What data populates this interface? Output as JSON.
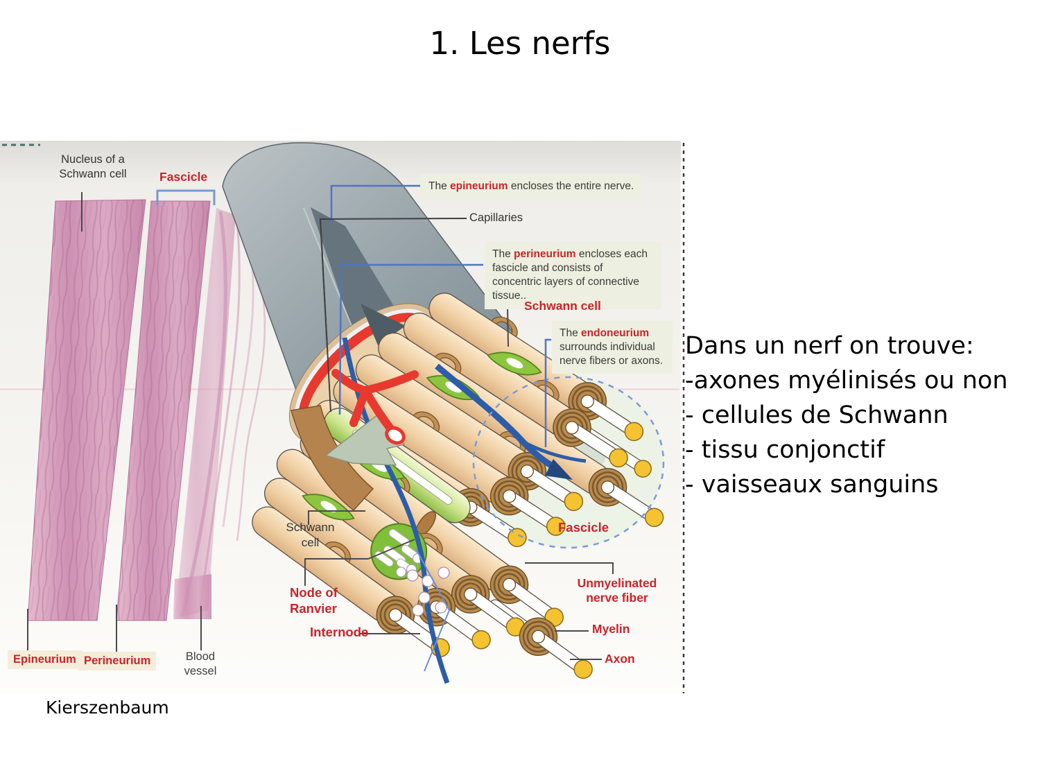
{
  "slide": {
    "title": "1. Les nerfs",
    "attribution": "Kierszenbaum",
    "body_text": {
      "line1": "Dans un nerf on trouve:",
      "line2": "-axones myélinisés ou non",
      "line3": "- cellules de Schwann",
      "line4": "- tissu conjonctif",
      "line5": "- vaisseaux sanguins"
    }
  },
  "figure": {
    "micrograph_labels": {
      "nucleus_line1": "Nucleus of a",
      "nucleus_line2": "Schwann cell",
      "fascicle": "Fascicle",
      "epineurium": "Epineurium",
      "perineurium": "Perineurium",
      "blood_vessel_line1": "Blood",
      "blood_vessel_line2": "vessel"
    },
    "callouts": {
      "epineurium_pre": "The ",
      "epineurium_term": "epineurium",
      "epineurium_post": " encloses the entire nerve.",
      "capillaries": "Capillaries",
      "perineurium_pre": "The ",
      "perineurium_term": "perineurium",
      "perineurium_post": " encloses each fascicle and consists of concentric layers of connective tissue..",
      "schwann_cell": "Schwann cell",
      "endoneurium_pre": "The ",
      "endoneurium_term": "endoneurium",
      "endoneurium_post": " surrounds individual nerve fibers or axons."
    },
    "diagram_labels": {
      "schwann_line1": "Schwann",
      "schwann_line2": "cell",
      "node_line1": "Node of",
      "node_line2": "Ranvier",
      "internode": "Internode",
      "fascicle": "Fascicle",
      "unmyelinated_line1": "Unmyelinated",
      "unmyelinated_line2": "nerve fiber",
      "myelin": "Myelin",
      "axon": "Axon"
    },
    "colors": {
      "label_red": "#c8242b",
      "callout_bg": "#edf0e0",
      "epineurium_gray": "#8d989e",
      "perineurium_red": "#e8392e",
      "fascicle_tan": "#f3d9b3",
      "myelin_brown": "#b98a4e",
      "axon_yellow": "#f5c231",
      "schwann_green": "#8cc63f",
      "capillary_blue": "#2d5da8",
      "histology_pink": "#d49ab8",
      "fascicle_dash_blue": "#7a9ad8"
    }
  }
}
